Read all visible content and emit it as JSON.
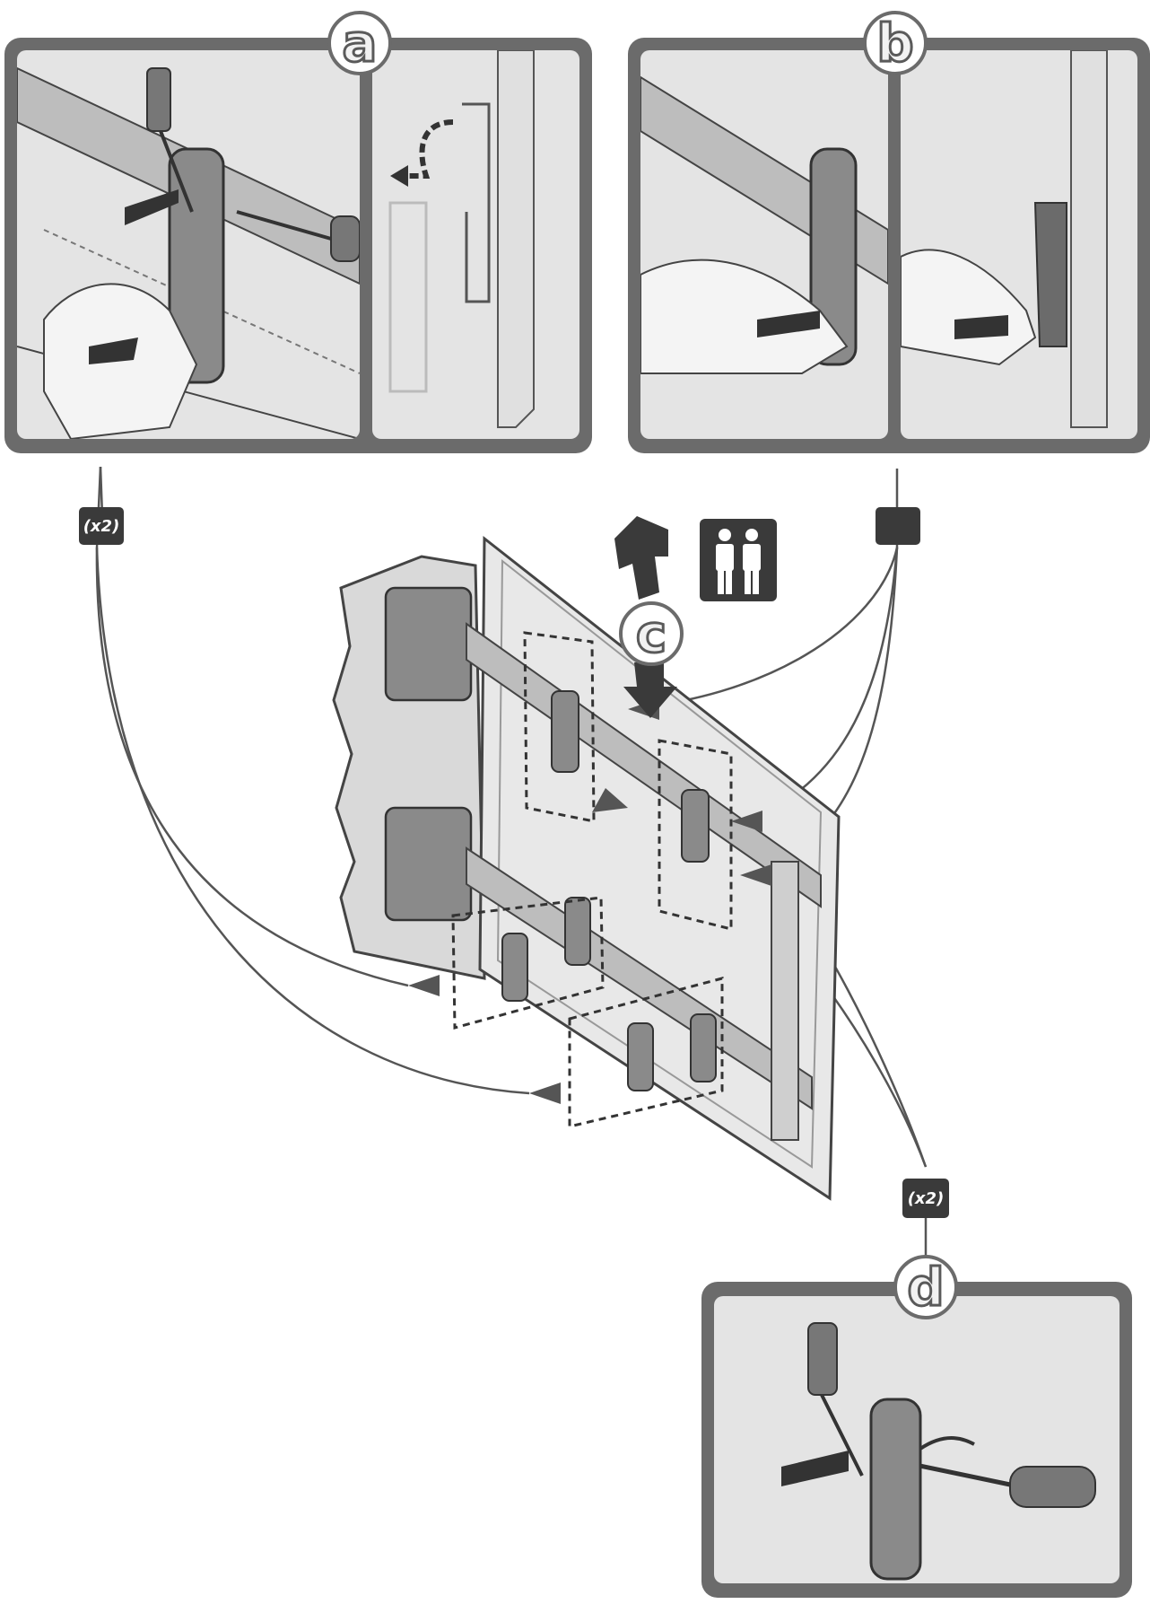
{
  "steps": {
    "a": "a",
    "b": "b",
    "c": "c",
    "d": "d"
  },
  "badges": {
    "left_count": "(x2)",
    "right_count": "(x2)"
  },
  "icons": {
    "two_people": "two-people-icon",
    "arrow_up": "arrow-up-icon",
    "arrow_down": "arrow-down-icon",
    "screwdriver": "screwdriver-icon",
    "hand": "hand-icon"
  },
  "colors": {
    "panel_border": "#6b6b6b",
    "panel_fill": "#e4e4e4",
    "badge_fill": "#3a3a3a",
    "line": "#555555"
  }
}
